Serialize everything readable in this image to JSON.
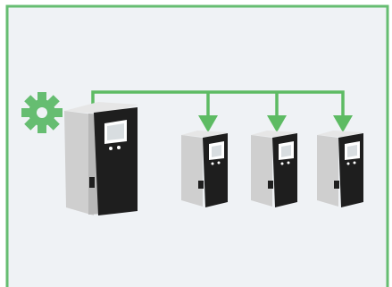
{
  "colors": {
    "frame": "#66bd71",
    "background": "#eff2f5",
    "connector": "#5dbb63",
    "gear": "#66bd71",
    "unit_body_front": "#b8b8b8",
    "unit_body_top": "#e6e6e6",
    "unit_body_side": "#cfcfcf",
    "unit_panel": "#1e1e1e",
    "unit_screen": "#ffffff",
    "unit_screen_inner": "#d8dde0"
  },
  "icons": {
    "settings": "gear-icon"
  },
  "nodes": {
    "primary": "primary-instrument",
    "secondary": [
      "secondary-instrument-1",
      "secondary-instrument-2",
      "secondary-instrument-3"
    ]
  }
}
